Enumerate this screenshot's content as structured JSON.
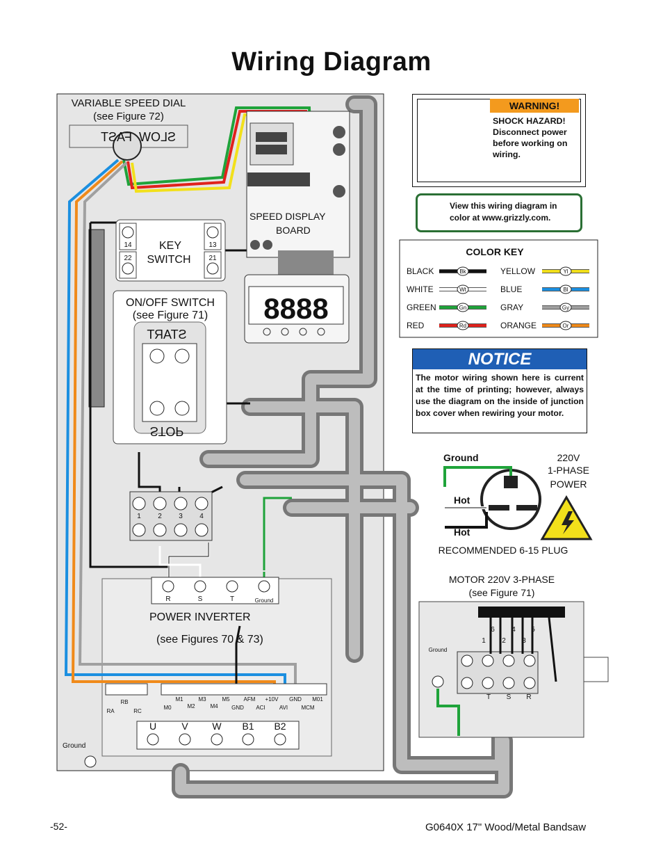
{
  "title": "Wiring Diagram",
  "footer": {
    "page": "-52-",
    "model": "G0640X 17\" Wood/Metal Bandsaw"
  },
  "warning": {
    "header": "WARNING!",
    "text": "SHOCK HAZARD! Disconnect power before working on wiring."
  },
  "online": {
    "text": "View this wiring diagram in color at www.grizzly.com."
  },
  "color_key": {
    "title": "COLOR KEY",
    "left": [
      {
        "name": "BLACK",
        "tag": "Bk",
        "color": "#111111"
      },
      {
        "name": "WHITE",
        "tag": "Wt",
        "color": "#ffffff"
      },
      {
        "name": "GREEN",
        "tag": "Gn",
        "color": "#1fa33a"
      },
      {
        "name": "RED",
        "tag": "Rd",
        "color": "#e0221c"
      }
    ],
    "right": [
      {
        "name": "YELLOW",
        "tag": "Yl",
        "color": "#f2e01b"
      },
      {
        "name": "BLUE",
        "tag": "Bl",
        "color": "#1b8fe0"
      },
      {
        "name": "GRAY",
        "tag": "Gy",
        "color": "#a0a0a0"
      },
      {
        "name": "ORANGE",
        "tag": "Or",
        "color": "#f08a1a"
      }
    ]
  },
  "notice": {
    "header": "NOTICE",
    "text": "The motor wiring shown here is current at the time of printing; however, always use the diagram on the inside of junction box cover when rewiring your motor."
  },
  "labels": {
    "speed_dial": "VARIABLE SPEED DIAL",
    "speed_dial_see": "(see Figure 72)",
    "fast": "FAST",
    "slow": "SLOW",
    "speed_display_1": "SPEED DISPLAY",
    "speed_display_2": "BOARD",
    "key_1": "KEY",
    "key_2": "SWITCH",
    "onoff_1": "ON/OFF SWITCH",
    "onoff_2": "(see Figure 71)",
    "start": "START",
    "stop": "STOP",
    "power_inverter": "POWER INVERTER",
    "inverter_see": "(see Figures 70 & 73)",
    "plug_voltage": "220V",
    "plug_phase": "1-PHASE",
    "plug_power": "POWER",
    "plug_ground": "Ground",
    "plug_hot1": "Hot",
    "plug_hot2": "Hot",
    "plug_name": "RECOMMENDED 6-15 PLUG",
    "motor_1": "MOTOR 220V 3-PHASE",
    "motor_2": "(see Figure 71)",
    "ground": "Ground",
    "display": "8888"
  },
  "key_switch_terminals": [
    "14",
    "13",
    "22",
    "21"
  ],
  "inverter_top": [
    "R",
    "S",
    "T",
    "Ground"
  ],
  "inverter_ctrl_top": [
    "M1",
    "M3",
    "M5",
    "AFM",
    "+10V",
    "GND",
    "M01"
  ],
  "inverter_ctrl_bot": [
    "M0",
    "M2",
    "M4",
    "GND",
    "ACI",
    "AVI",
    "MCM"
  ],
  "inverter_relay": [
    "RB",
    "RA",
    "RC"
  ],
  "inverter_bottom": [
    "U",
    "V",
    "W",
    "B1",
    "B2"
  ],
  "motor_terms_top": [
    "6",
    "4",
    "5"
  ],
  "motor_terms_mid": [
    "1",
    "2",
    "3"
  ],
  "motor_terms_bot": [
    "T",
    "S",
    "R"
  ],
  "block_terms": [
    "1",
    "2",
    "3",
    "4"
  ]
}
